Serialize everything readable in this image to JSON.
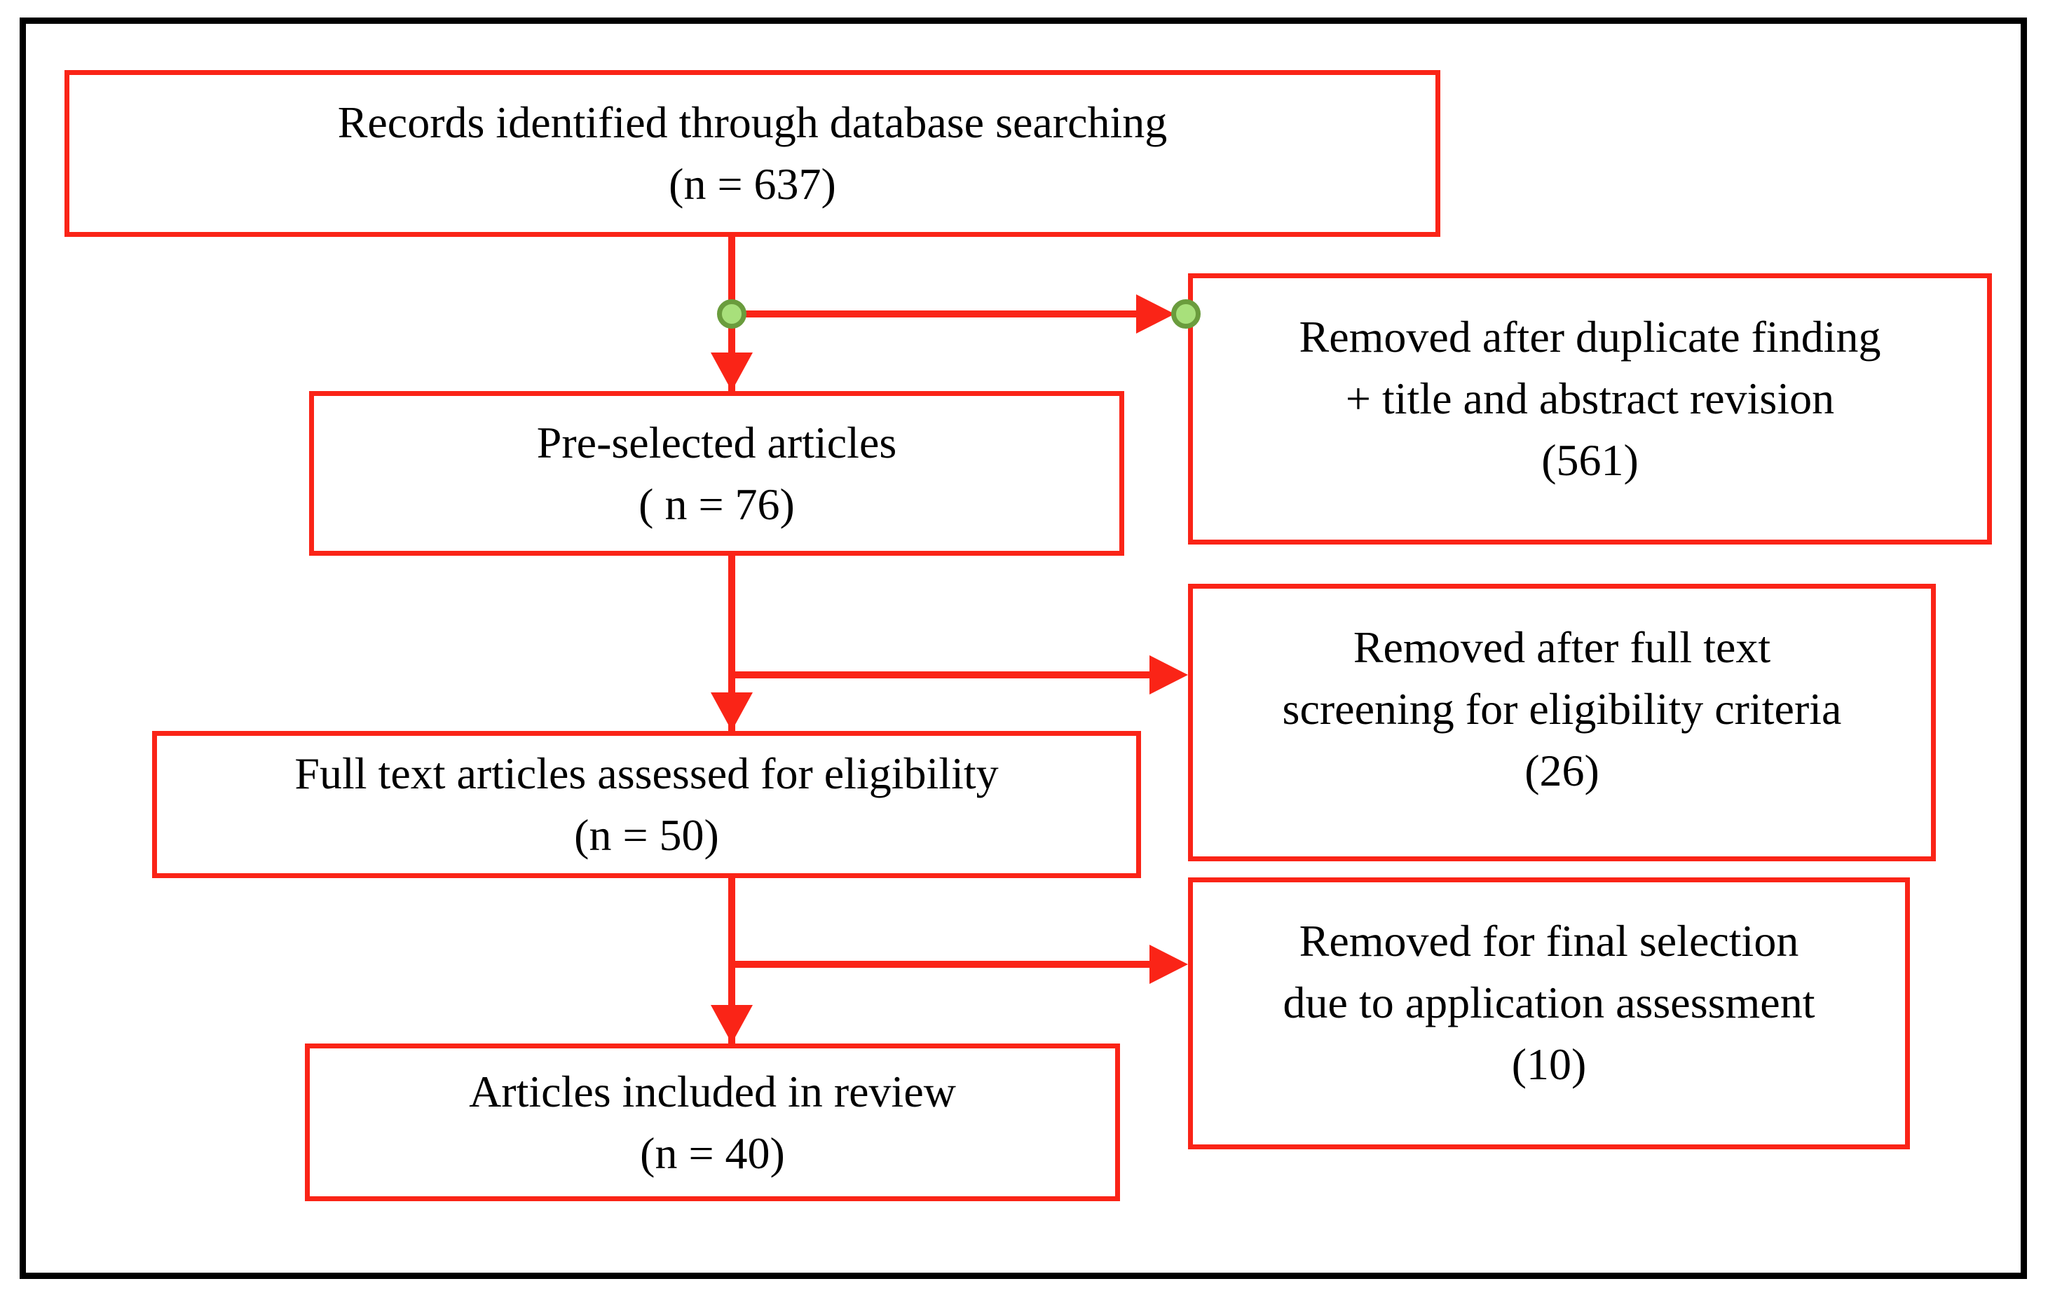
{
  "boxes": {
    "records": {
      "text": "Records identified through database searching",
      "count": "(n = 637)"
    },
    "preselected": {
      "text": "Pre-selected articles",
      "count": "( n = 76)"
    },
    "fulltext": {
      "text": "Full text articles assessed for eligibility",
      "count": "(n = 50)"
    },
    "included": {
      "text": "Articles included in review",
      "count": "(n = 40)"
    },
    "removed_duplicate": {
      "line1": "Removed after duplicate finding",
      "line2": "+ title and abstract revision",
      "count": "(561)"
    },
    "removed_screening": {
      "line1": "Removed after full text",
      "line2": "screening for eligibility criteria",
      "count": "(26)"
    },
    "removed_final": {
      "line1": "Removed for final selection",
      "line2": "due to application assessment",
      "count": "(10)"
    }
  },
  "colors": {
    "box_border": "#fa2417",
    "connector": "#fa2417",
    "dot_fill": "#a8e07b",
    "dot_border": "#6a9c3d",
    "outer_border": "#000000",
    "text": "#000000",
    "background": "#ffffff"
  }
}
